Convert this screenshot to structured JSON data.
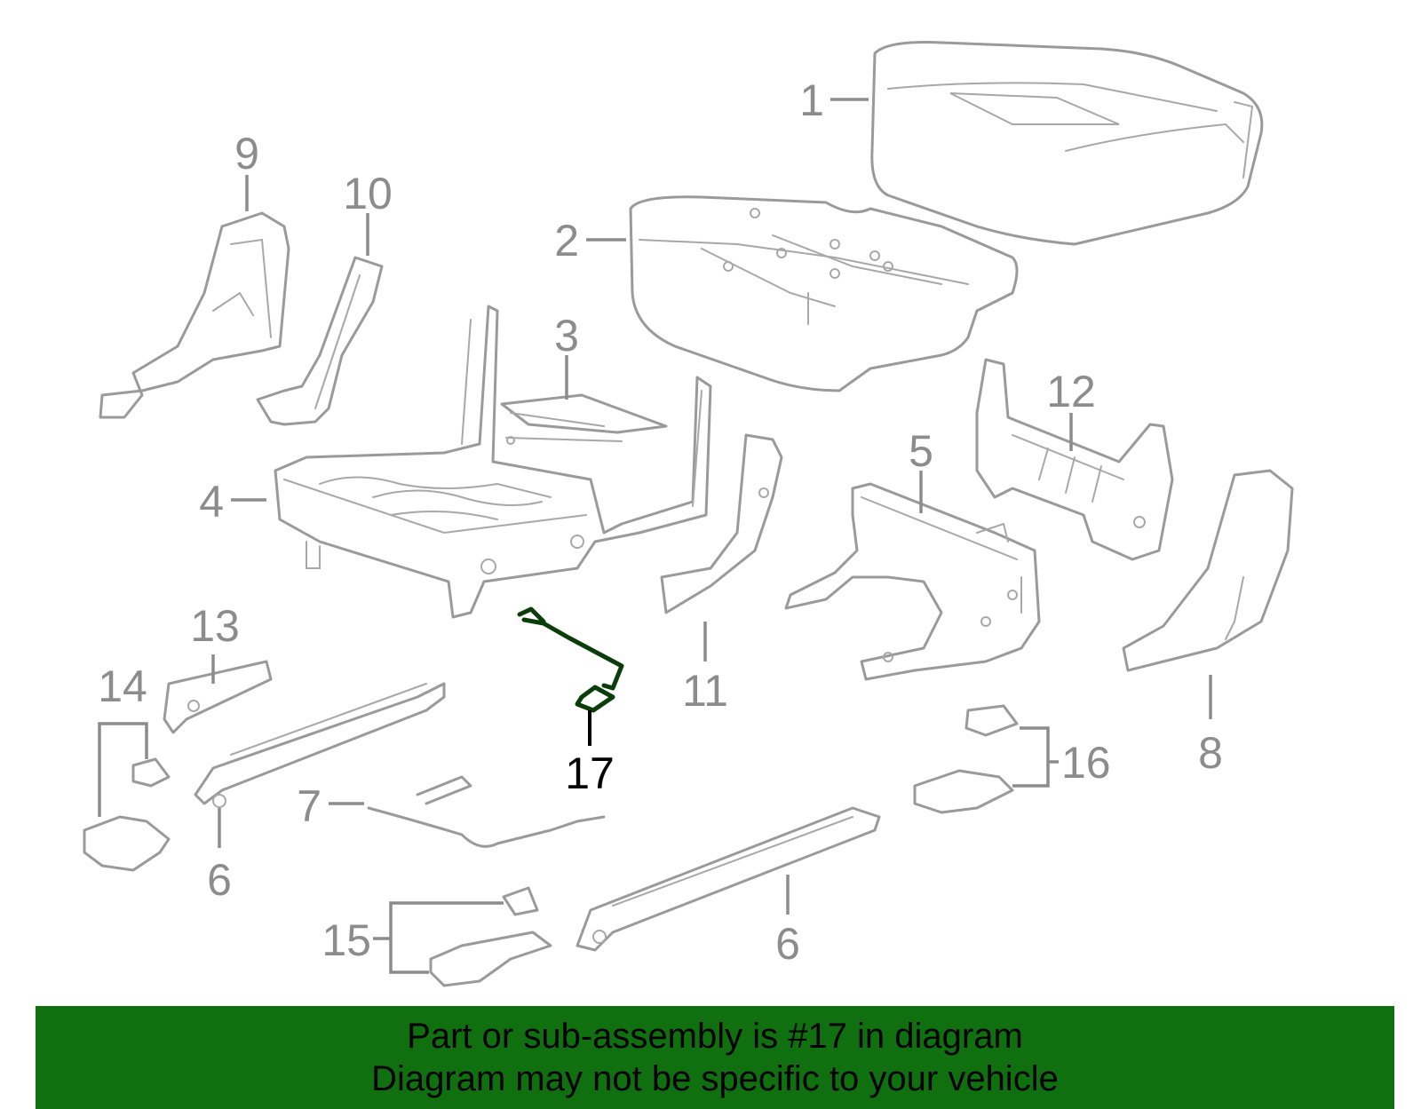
{
  "callouts": {
    "c1": "1",
    "c2": "2",
    "c3": "3",
    "c4": "4",
    "c5": "5",
    "c6a": "6",
    "c6b": "6",
    "c7": "7",
    "c8": "8",
    "c9": "9",
    "c10": "10",
    "c11": "11",
    "c12": "12",
    "c13": "13",
    "c14": "14",
    "c15": "15",
    "c16": "16",
    "c17": "17"
  },
  "banner": {
    "line1": "Part or sub-assembly is #17 in diagram",
    "line2": "Diagram may not be specific to your vehicle"
  },
  "colors": {
    "banner_bg": "#107010",
    "part_stroke": "#9a9a9a",
    "highlight_part": "#0a3d0a"
  }
}
